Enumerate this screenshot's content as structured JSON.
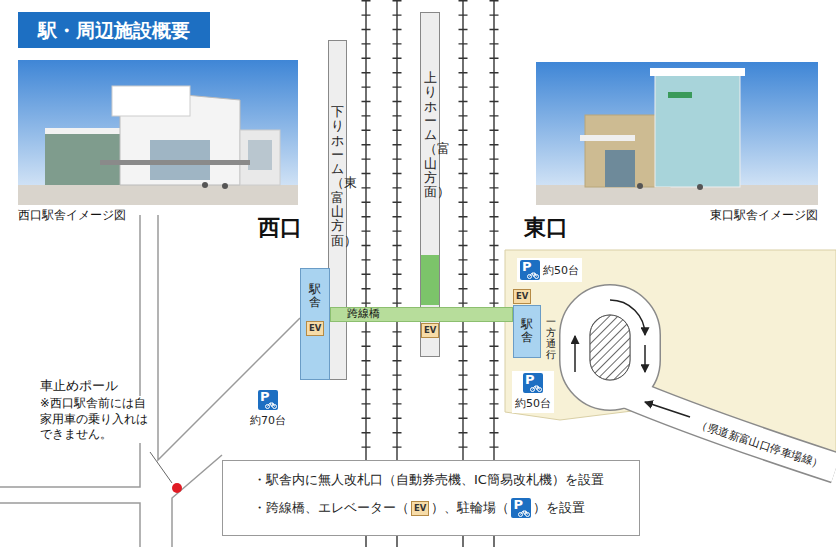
{
  "diagram": {
    "title": "駅・周辺施設概要",
    "nodes": [
      {
        "text": [
          "下りホーム（東富山方面）"
        ]
      },
      {
        "text": [
          "上りホーム（富山方面）"
        ]
      },
      {
        "text": [
          "駅舎"
        ]
      },
      {
        "text": [
          "EV"
        ],
        "in": 2
      },
      {
        "text": [
          "跨線橋"
        ]
      },
      {
        "text": [
          "EV"
        ],
        "in": 1
      },
      {
        "text": [
          "EV"
        ]
      },
      {
        "text": [
          "駅舎"
        ]
      },
      {
        "text": [
          "P",
          "約50台"
        ]
      },
      {
        "text": [
          "P",
          "約50台"
        ]
      },
      {
        "text": [
          "P",
          "約70台"
        ]
      },
      {
        "text": [
          "・駅舎内に無人改札口（自動券売機、IC簡易改札機）を設置",
          "・跨線橋、エレベーター（",
          "）、駐輪場（",
          "）を設置"
        ]
      },
      {
        "text": [
          "EV"
        ],
        "in": 11
      },
      {
        "text": [
          "P"
        ],
        "in": 11
      }
    ],
    "labels": [
      "西口駅舎イメージ図",
      "東口駅舎イメージ図",
      "西口",
      "東口",
      "一方通行",
      "（県道新富山口停車場線）",
      "車止めポール",
      "※西口駅舎前には自家用車の乗り入れはできません。"
    ]
  }
}
